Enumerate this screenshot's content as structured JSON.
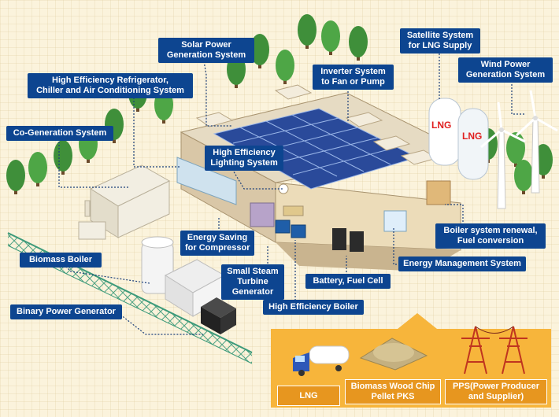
{
  "labels": {
    "solar_power": "Solar Power\nGeneration System",
    "satellite_lng": "Satellite System\nfor LNG Supply",
    "inverter": "Inverter System\nto Fan or Pump",
    "wind_power": "Wind Power\nGeneration System",
    "hvac": "High Efficiency Refrigerator,\nChiller and Air Conditioning System",
    "cogeneration": "Co-Generation System",
    "lighting": "High Efficiency\nLighting System",
    "compressor": "Energy Saving\nfor Compressor",
    "biomass_boiler": "Biomass Boiler",
    "steam_turbine": "Small Steam\nTurbine\nGenerator",
    "battery": "Battery, Fuel Cell",
    "boiler_renewal": "Boiler system renewal,\nFuel conversion",
    "ems": "Energy Management System",
    "binary_power": "Binary Power Generator",
    "high_eff_boiler": "High Efficiency Boiler"
  },
  "supply": {
    "lng": "LNG",
    "biomass": "Biomass Wood Chip\nPellet PKS",
    "pps": "PPS(Power Producer\nand Supplier)"
  },
  "tank_labels": [
    "LNG",
    "LNG"
  ],
  "colors": {
    "label_bg": "#0d4590",
    "supply_bg": "#e7961f",
    "background": "#fbf3dc",
    "tree": "#3f8f3a",
    "solar": "#2a4a9a",
    "tower": "#c0351f"
  }
}
